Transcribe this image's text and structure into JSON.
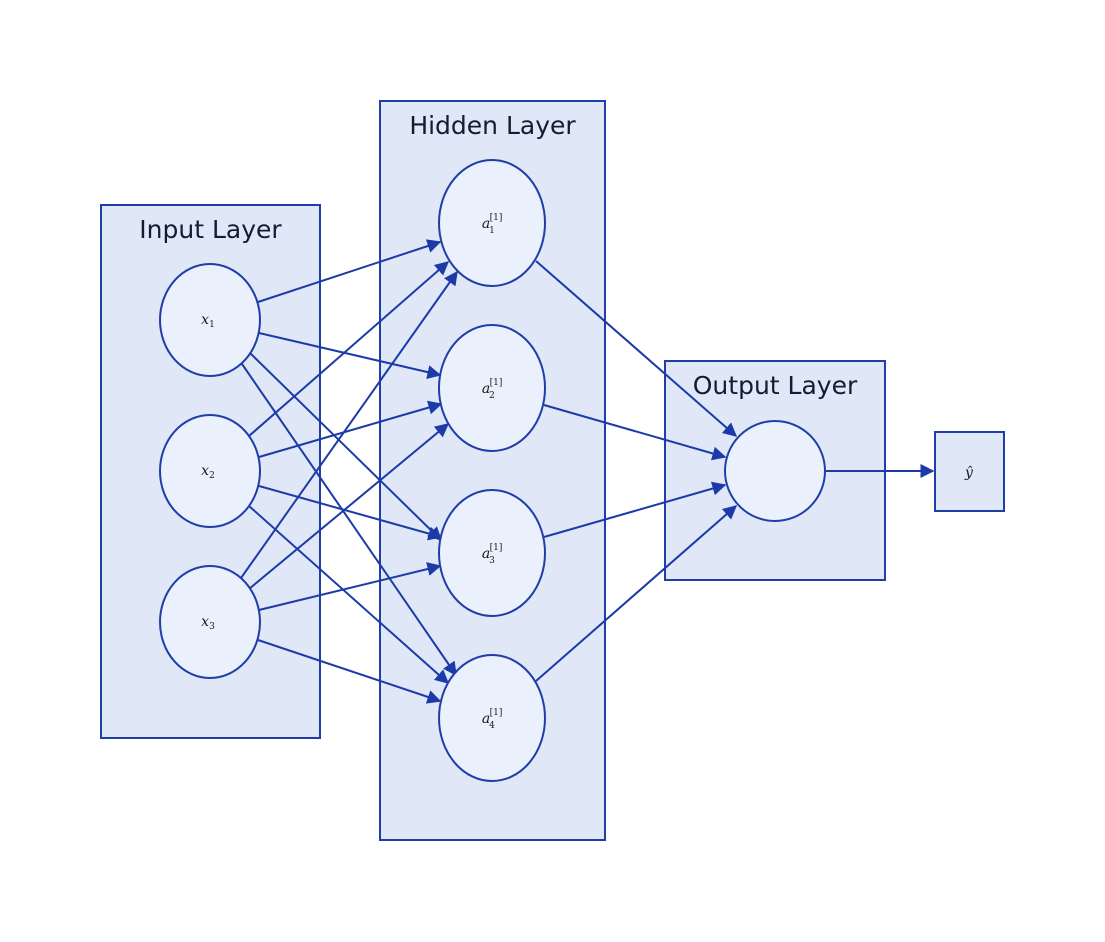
{
  "layers": {
    "input": {
      "title": "Input Layer"
    },
    "hidden": {
      "title": "Hidden Layer"
    },
    "output": {
      "title": "Output Layer"
    }
  },
  "input_nodes": [
    {
      "var": "x",
      "sub": "1"
    },
    {
      "var": "x",
      "sub": "2"
    },
    {
      "var": "x",
      "sub": "3"
    }
  ],
  "hidden_nodes": [
    {
      "var": "a",
      "sup": "[1]",
      "sub": "1"
    },
    {
      "var": "a",
      "sup": "[1]",
      "sub": "2"
    },
    {
      "var": "a",
      "sup": "[1]",
      "sub": "3"
    },
    {
      "var": "a",
      "sup": "[1]",
      "sub": "4"
    }
  ],
  "output_node": {
    "label": ""
  },
  "prediction": {
    "label": "ŷ"
  },
  "colors": {
    "box_fill": "#e0e8f8",
    "stroke": "#1f3ea8",
    "node_fill": "#eaf0fc"
  }
}
